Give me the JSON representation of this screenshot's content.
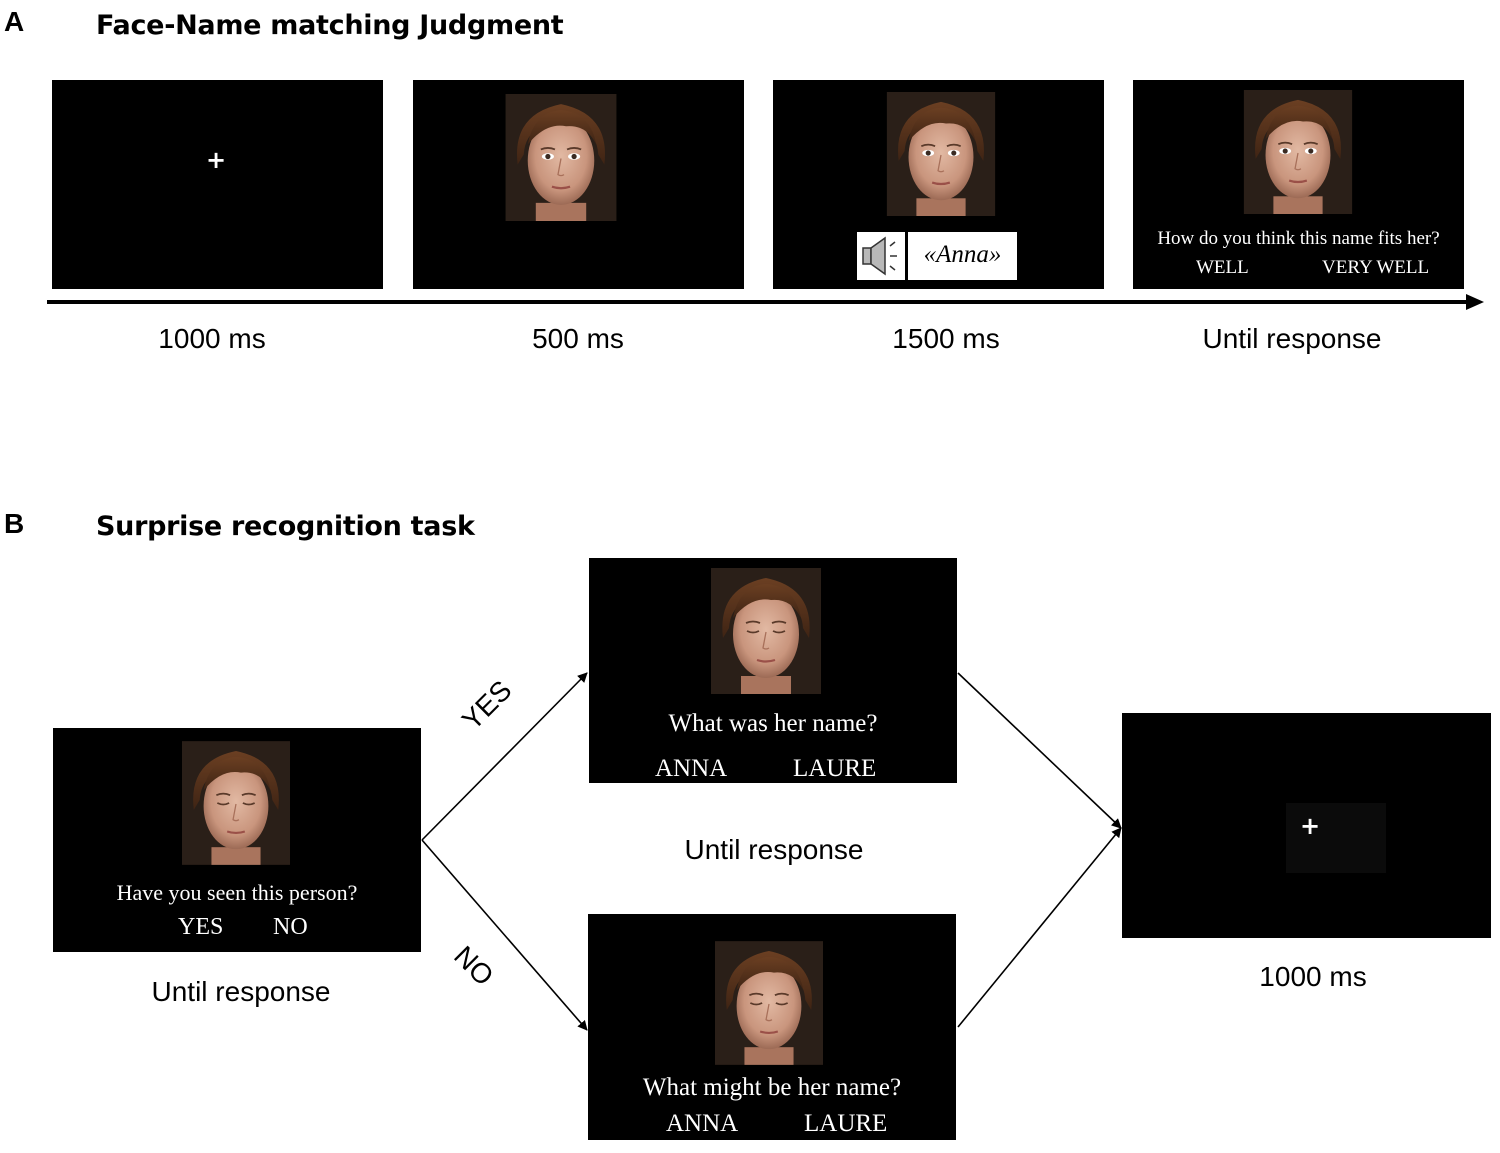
{
  "panel_a": {
    "letter": "A",
    "title": "Face-Name matching Judgment",
    "fixation": "+",
    "name_audio": "«Anna»",
    "question": "How do you think  this name fits her?",
    "option_left": "WELL",
    "option_right": "VERY WELL",
    "timings": [
      "1000 ms",
      "500 ms",
      "1500 ms",
      "Until response"
    ]
  },
  "panel_b": {
    "letter": "B",
    "title": "Surprise recognition task",
    "first_question": "Have you seen this person?",
    "first_yes": "YES",
    "first_no": "NO",
    "first_timing": "Until response",
    "branch_yes": "YES",
    "branch_no": "NO",
    "yes_question": "What was her name?",
    "yes_opt1": "ANNA",
    "yes_opt2": "LAURE",
    "middle_timing": "Until response",
    "no_question": "What might be her name?",
    "no_opt1": "ANNA",
    "no_opt2": "LAURE",
    "final_fixation": "+",
    "final_timing": "1000 ms"
  },
  "colors": {
    "screen": "#000000",
    "text_on_screen": "#ffffff",
    "face_bg": "#2a1f18"
  }
}
